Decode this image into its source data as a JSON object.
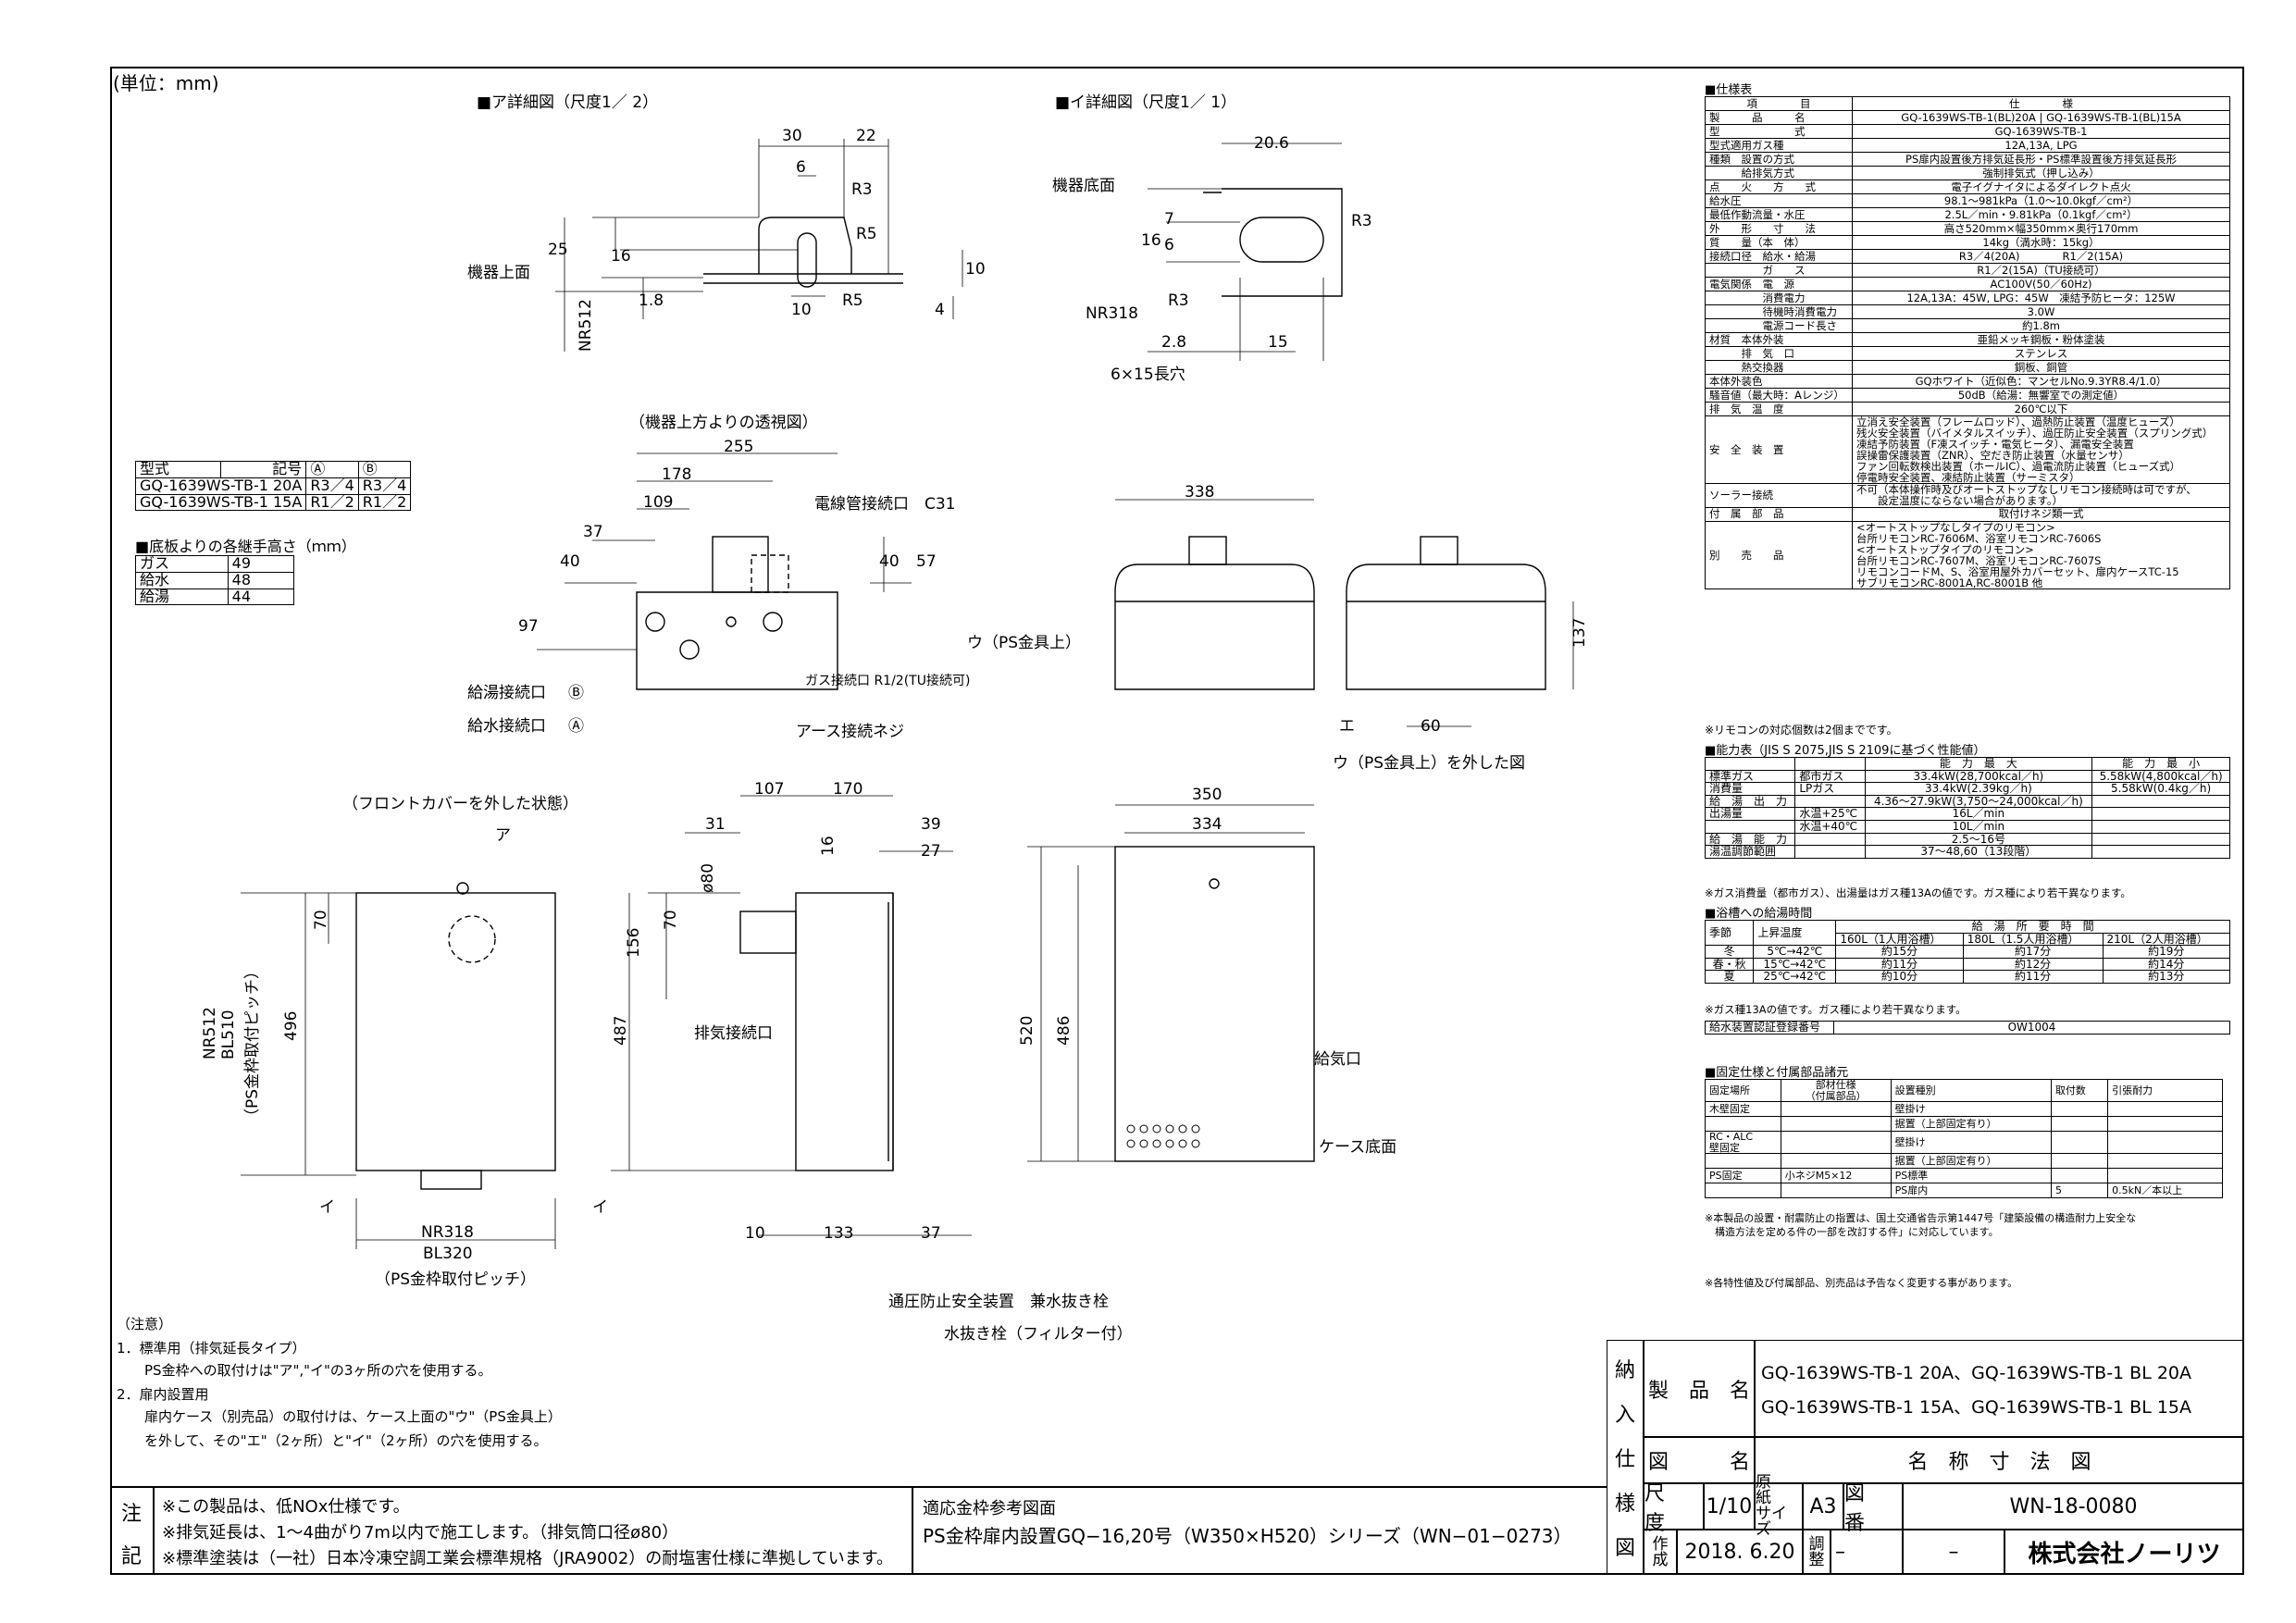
{
  "unit_label": "(単位：mm)",
  "detail_a_title": "■ア詳細図（尺度1／ 2）",
  "detail_i_title": "■イ詳細図（尺度1／ 1）",
  "top_view_title": "（機器上方よりの透視図）",
  "front_cover_title": "（フロントカバーを外した状態）",
  "labels": {
    "kiki_jomen": "機器上面",
    "kiki_teimen": "機器底面",
    "nr512": "NR512",
    "nr318": "NR318",
    "hole": "6×15長穴",
    "densen": "電線管接続口　C31",
    "u_ps": "ウ（PS金具上）",
    "gas_conn": "ガス接続口 R1/2(TU接続可)",
    "earth": "アース接続ネジ",
    "kyuto": "給湯接続口",
    "kyusui": "給水接続口",
    "e_label": "エ",
    "u_removed": "ウ（PS金具上）を外した図",
    "a_mark": "ア",
    "ps_pitch_v": "（PS金枠取付ピッチ）",
    "nr512_v": "NR512",
    "bl510_v": "BL510",
    "haiki": "排気接続口",
    "kyuki": "給気口",
    "case_bottom": "ケース底面",
    "nr318_b": "NR318",
    "bl320": "BL320",
    "ps_pitch": "（PS金枠取付ピッチ）",
    "tsuatsu": "通圧防止安全装置　兼水抜き栓",
    "mizunuki": "水抜き栓（フィルター付）",
    "i_mark": "イ"
  },
  "dims": {
    "d30": "30",
    "d22": "22",
    "d6": "6",
    "r3": "R3",
    "r5": "R5",
    "r5b": "R5",
    "d25": "25",
    "d16": "16",
    "d1_8": "1.8",
    "d10": "10",
    "d10b": "10",
    "d4": "4",
    "d20_6": "20.6",
    "d16b": "16",
    "d7": "7",
    "d6b": "6",
    "r3b": "R3",
    "r3c": "R3",
    "d2_8": "2.8",
    "d15": "15",
    "d255": "255",
    "d178": "178",
    "d109": "109",
    "d37": "37",
    "d40": "40",
    "d97": "97",
    "d40b": "40",
    "d57": "57",
    "d338": "338",
    "d137": "137",
    "d60": "60",
    "d70": "70",
    "d496": "496",
    "d107": "107",
    "d170": "170",
    "d31": "31",
    "d39": "39",
    "d27": "27",
    "d16c": "16",
    "d80": "ø80",
    "d70b": "70",
    "d156": "156",
    "d487": "487",
    "d10c": "10",
    "d133": "133",
    "d37b": "37",
    "d350": "350",
    "d334": "334",
    "d520": "520",
    "d486": "486"
  },
  "model_table": {
    "header": [
      "型式",
      "記号",
      "Ⓐ",
      "Ⓑ"
    ],
    "rows": [
      [
        "GQ-1639WS-TB-1 20A",
        "R3／4",
        "R3／4"
      ],
      [
        "GQ-1639WS-TB-1 15A",
        "R1／2",
        "R1／2"
      ]
    ]
  },
  "height_table": {
    "title": "■底板よりの各継手高さ（ｍｍ）",
    "rows": [
      [
        "ガス",
        "49"
      ],
      [
        "給水",
        "48"
      ],
      [
        "給湯",
        "44"
      ]
    ]
  },
  "spec": {
    "title": "■仕様表",
    "header": [
      "項　　　　目",
      "仕　　　　様"
    ],
    "rows": [
      [
        "製　　　品　　　名",
        "GQ-1639WS-TB-1(BL)20A | GQ-1639WS-TB-1(BL)15A"
      ],
      [
        "型　　　　　　　式",
        "GQ-1639WS-TB-1"
      ],
      [
        "型式適用ガス種",
        "12A,13A, LPG"
      ],
      [
        "種類　設置の方式",
        "PS扉内設置後方排気延長形・PS標準設置後方排気延長形"
      ],
      [
        "　　　給排気方式",
        "強制排気式（押し込み）"
      ],
      [
        "点　　火　　方　　式",
        "電子イグナイタによるダイレクト点火"
      ],
      [
        "給水圧",
        "98.1～981kPa（1.0～10.0kgf／cm²）"
      ],
      [
        "最低作動流量・水圧",
        "2.5L／min・9.81kPa（0.1kgf／cm²）"
      ],
      [
        "外　　形　　寸　　法",
        "高さ520mm×幅350mm×奥行170mm"
      ],
      [
        "質　　量（本　体）",
        "14kg（満水時：15kg）"
      ],
      [
        "接続口径　給水・給湯",
        "R3／4(20A)　　　　R1／2(15A)"
      ],
      [
        "　　　　　ガ　　ス",
        "R1／2(15A)（TU接続可）"
      ],
      [
        "電気関係　電　源",
        "AC100V(50／60Hz)"
      ],
      [
        "　　　　　消費電力",
        "12A,13A：45W, LPG：45W　凍結予防ヒータ：125W"
      ],
      [
        "　　　　　待機時消費電力",
        "3.0W"
      ],
      [
        "　　　　　電源コード長さ",
        "約1.8m"
      ],
      [
        "材質　本体外装",
        "亜鉛メッキ鋼板・粉体塗装"
      ],
      [
        "　　　排　気　口",
        "ステンレス"
      ],
      [
        "　　　熱交換器",
        "銅板、銅管"
      ],
      [
        "本体外装色",
        "GQホワイト（近似色：マンセルNo.9.3YR8.4/1.0）"
      ],
      [
        "騒音値（最大時：Aレンジ）",
        "50dB（給湯：無響室での測定値）"
      ],
      [
        "排　気　温　度",
        "260℃以下"
      ],
      [
        "安　全　装　置",
        "立消え安全装置（フレームロッド）、過熱防止装置（温度ヒューズ）\n残火安全装置（バイメタルスイッチ）、過圧防止安全装置（スプリング式）\n凍結予防装置（F凍スイッチ・電気ヒータ）、漏電安全装置\n誤操雷保護装置（ZNR）、空だき防止装置（水量センサ）\nファン回転数検出装置（ホールIC）、過電流防止装置（ヒューズ式）\n停電時安全装置、凍結防止装置（サーミスタ）"
      ],
      [
        "ソーラー接続",
        "不可（本体操作時及びオートストップなしリモコン接続時は可ですが、\n　　設定温度にならない場合があります。）"
      ],
      [
        "付　属　部　品",
        "取付けネジ類一式"
      ],
      [
        "別　　売　　品",
        "<オートストップなしタイプのリモコン>\n台所リモコンRC-7606M、浴室リモコンRC-7606S\n<オートストップタイプのリモコン>\n台所リモコンRC-7607M、浴室リモコンRC-7607S\nリモコンコードM、S、浴室用屋外カバーセット、扉内ケースTC-15\nサブリモコンRC-8001A,RC-8001B 他"
      ]
    ],
    "footnote": "※リモコンの対応個数は2個までです。"
  },
  "capacity": {
    "title": "■能力表（JIS S 2075,JIS S 2109に基づく性能値）",
    "header": [
      "",
      "",
      "能　力　最　大",
      "能　力　最　小"
    ],
    "rows": [
      [
        "標準ガス",
        "都市ガス",
        "33.4kW(28,700kcal／h)",
        "5.58kW(4,800kcal／h)"
      ],
      [
        "消費量",
        "LPガス",
        "33.4kW(2.39kg／h)",
        "5.58kW(0.4kg／h)"
      ],
      [
        "給　湯　出　力",
        "",
        "4.36～27.9kW(3,750～24,000kcal／h)",
        ""
      ],
      [
        "出湯量",
        "水温+25℃",
        "16L／min",
        ""
      ],
      [
        "",
        "水温+40℃",
        "10L／min",
        ""
      ],
      [
        "給　湯　能　力",
        "",
        "2.5～16号",
        ""
      ],
      [
        "湯温調節範囲",
        "",
        "37～48,60（13段階）",
        ""
      ]
    ],
    "footnote": "※ガス消費量（都市ガス）、出湯量はガス種13Aの値です。ガス種により若干異なります。"
  },
  "bath": {
    "title": "■浴槽への給湯時間",
    "header": [
      "季節",
      "上昇温度",
      "160L（1人用浴槽）",
      "180L（1.5人用浴槽）",
      "210L（2人用浴槽）"
    ],
    "sub_header": "給　湯　所　要　時　間",
    "rows": [
      [
        "冬",
        "5℃→42℃",
        "約15分",
        "約17分",
        "約19分"
      ],
      [
        "春・秋",
        "15℃→42℃",
        "約11分",
        "約12分",
        "約14分"
      ],
      [
        "夏",
        "25℃→42℃",
        "約10分",
        "約11分",
        "約13分"
      ]
    ],
    "footnote": "※ガス種13Aの値です。ガス種により若干異なります。",
    "cert_label": "給水装置認証登録番号",
    "cert_value": "OW1004"
  },
  "fix": {
    "title": "■固定仕様と付属部品諸元",
    "header": [
      "固定場所",
      "部材仕様\n（付属部品）",
      "設置種別",
      "取付数",
      "引張耐力"
    ],
    "rows": [
      [
        "木壁固定",
        "",
        "壁掛け",
        "",
        ""
      ],
      [
        "",
        "",
        "据置（上部固定有り）",
        "",
        ""
      ],
      [
        "RC・ALC\n壁固定",
        "",
        "壁掛け",
        "",
        ""
      ],
      [
        "",
        "",
        "据置（上部固定有り）",
        "",
        ""
      ],
      [
        "PS固定",
        "小ネジM5×12",
        "PS標準",
        "",
        ""
      ],
      [
        "",
        "",
        "PS扉内",
        "5",
        "0.5kN／本以上"
      ]
    ],
    "footnote1": "※本製品の設置・耐震防止の指置は、国土交通省告示第1447号「建築設備の構造耐力上安全な",
    "footnote2": "　構造方法を定める件の一部を改訂する件」に対応しています。",
    "footnote3": "※各特性値及び付属部品、別売品は予告なく変更する事があります。"
  },
  "notes": {
    "title": "（注意）",
    "l1": "1．標準用（排気延長タイプ）",
    "l2": "　　PS金枠への取付けは\"ア\",\"イ\"の3ヶ所の穴を使用する。",
    "l3": "2．扉内設置用",
    "l4": "　　扉内ケース（別売品）の取付けは、ケース上面の\"ウ\"（PS金具上）",
    "l5": "　　を外して、その\"エ\"（2ヶ所）と\"イ\"（2ヶ所）の穴を使用する。"
  },
  "bottom_notes": {
    "chu": "注",
    "ki": "記",
    "n1": "※この製品は、低NOx仕様です。",
    "n2": "※排気延長は、1～4曲がり7m以内で施工します。（排気筒口径ø80）",
    "n3": "※標準塗装は（一社）日本冷凍空調工業会標準規格（JRA9002）の耐塩害仕様に準拠しています。",
    "ref_title": "適応金枠参考図面",
    "ref_body": "PS金枠扉内設置GQ−16,20号（W350×H520）シリーズ（WN−01−0273）"
  },
  "title_block": {
    "side": [
      "納",
      "入",
      "仕",
      "様",
      "図"
    ],
    "product_label": "製　品　名",
    "product_1": "GQ-1639WS-TB-1 20A、GQ-1639WS-TB-1 BL 20A",
    "product_2": "GQ-1639WS-TB-1 15A、GQ-1639WS-TB-1 BL 15A",
    "drawing_label": "図　　　名",
    "drawing_name": "名　称　寸　法　図",
    "scale_label": "尺　度",
    "scale": "1/10",
    "paper_label": "原　紙\nサイズ",
    "paper": "A3",
    "number_label": "図　番",
    "number": "WN-18-0080",
    "made_label": "作\n成",
    "date": "2018. 6.20",
    "check_label": "調\n整",
    "check": "–",
    "dash": "–",
    "company": "株式会社ノーリツ"
  }
}
